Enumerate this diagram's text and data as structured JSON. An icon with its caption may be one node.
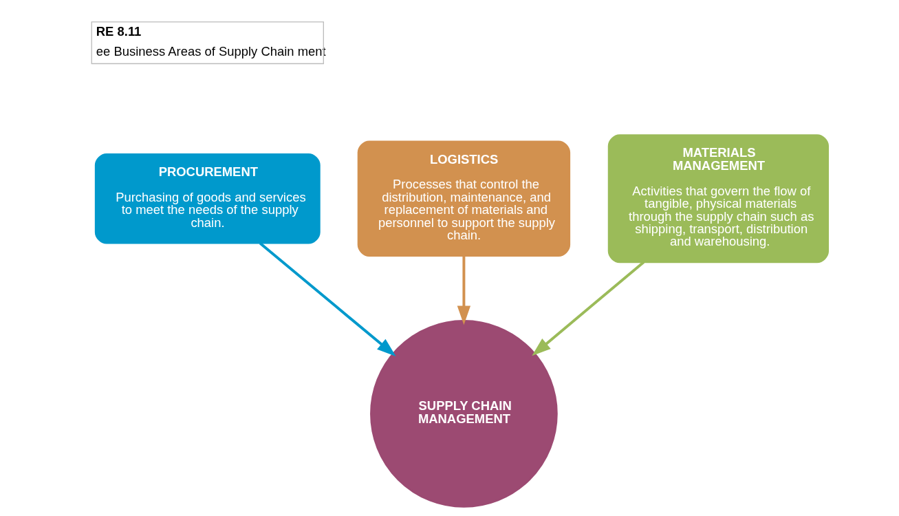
{
  "diagram": {
    "nodes": [
      {
        "text": [
          "LOGISTICS",
          "Processes that control the distribution, maintenance, and replacement of materials and personnel to support the supply chain."
        ]
      },
      {
        "text": [
          "PROCUREMENT",
          "Purchasing of goods and services to meet the needs of the supply chain."
        ]
      },
      {
        "text": [
          "MATERIALS MANAGEMENT",
          "Activities that govern the flow of tangible, physical materials through the supply chain such as shipping, transport, distribution and warehousing."
        ]
      },
      {
        "text": [
          "SUPPLY CHAIN MANAGEMENT"
        ]
      }
    ],
    "edges": [
      {
        "from": 1,
        "to": 3,
        "arrow": "to",
        "color": "#0099cc"
      },
      {
        "from": 0,
        "to": 3,
        "arrow": "to",
        "color": "#d2914f"
      },
      {
        "from": 2,
        "to": 3,
        "arrow": "to",
        "color": "#9bbb59"
      }
    ],
    "labels": [
      "RE 8.11",
      "ee Business Areas of Supply Chain ment"
    ]
  }
}
